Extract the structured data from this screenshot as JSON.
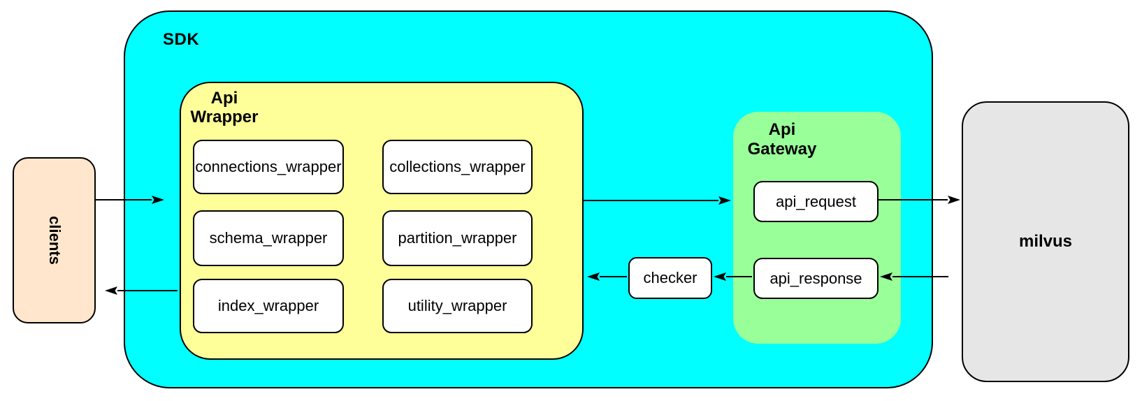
{
  "diagram": {
    "clients": {
      "label": "clients"
    },
    "sdk": {
      "label": "SDK"
    },
    "api_wrapper": {
      "label": "Api Wrapper",
      "modules": [
        "connections_wrapper",
        "collections_wrapper",
        "schema_wrapper",
        "partition_wrapper",
        "index_wrapper",
        "utility_wrapper"
      ]
    },
    "checker": {
      "label": "checker"
    },
    "api_gateway": {
      "label": "Api Gateway",
      "request_label": "api_request",
      "response_label": "api_response"
    },
    "milvus": {
      "label": "milvus"
    },
    "colors": {
      "sdk_fill": "#00FFFF",
      "api_wrapper_fill": "#FFFF99",
      "api_gateway_fill": "#99FF99",
      "clients_fill": "#FFE6CC",
      "milvus_fill": "#E6E6E6",
      "node_fill": "#FFFFFF",
      "stroke": "#000000",
      "background": "#FFFFFF"
    },
    "flows": [
      {
        "from": "clients",
        "to": "SDK"
      },
      {
        "from": "Api Wrapper",
        "to": "clients"
      },
      {
        "from": "Api Wrapper",
        "to": "Api Gateway"
      },
      {
        "from": "api_request",
        "to": "milvus"
      },
      {
        "from": "milvus",
        "to": "api_response"
      },
      {
        "from": "api_response",
        "to": "checker"
      },
      {
        "from": "checker",
        "to": "Api Wrapper"
      }
    ]
  }
}
